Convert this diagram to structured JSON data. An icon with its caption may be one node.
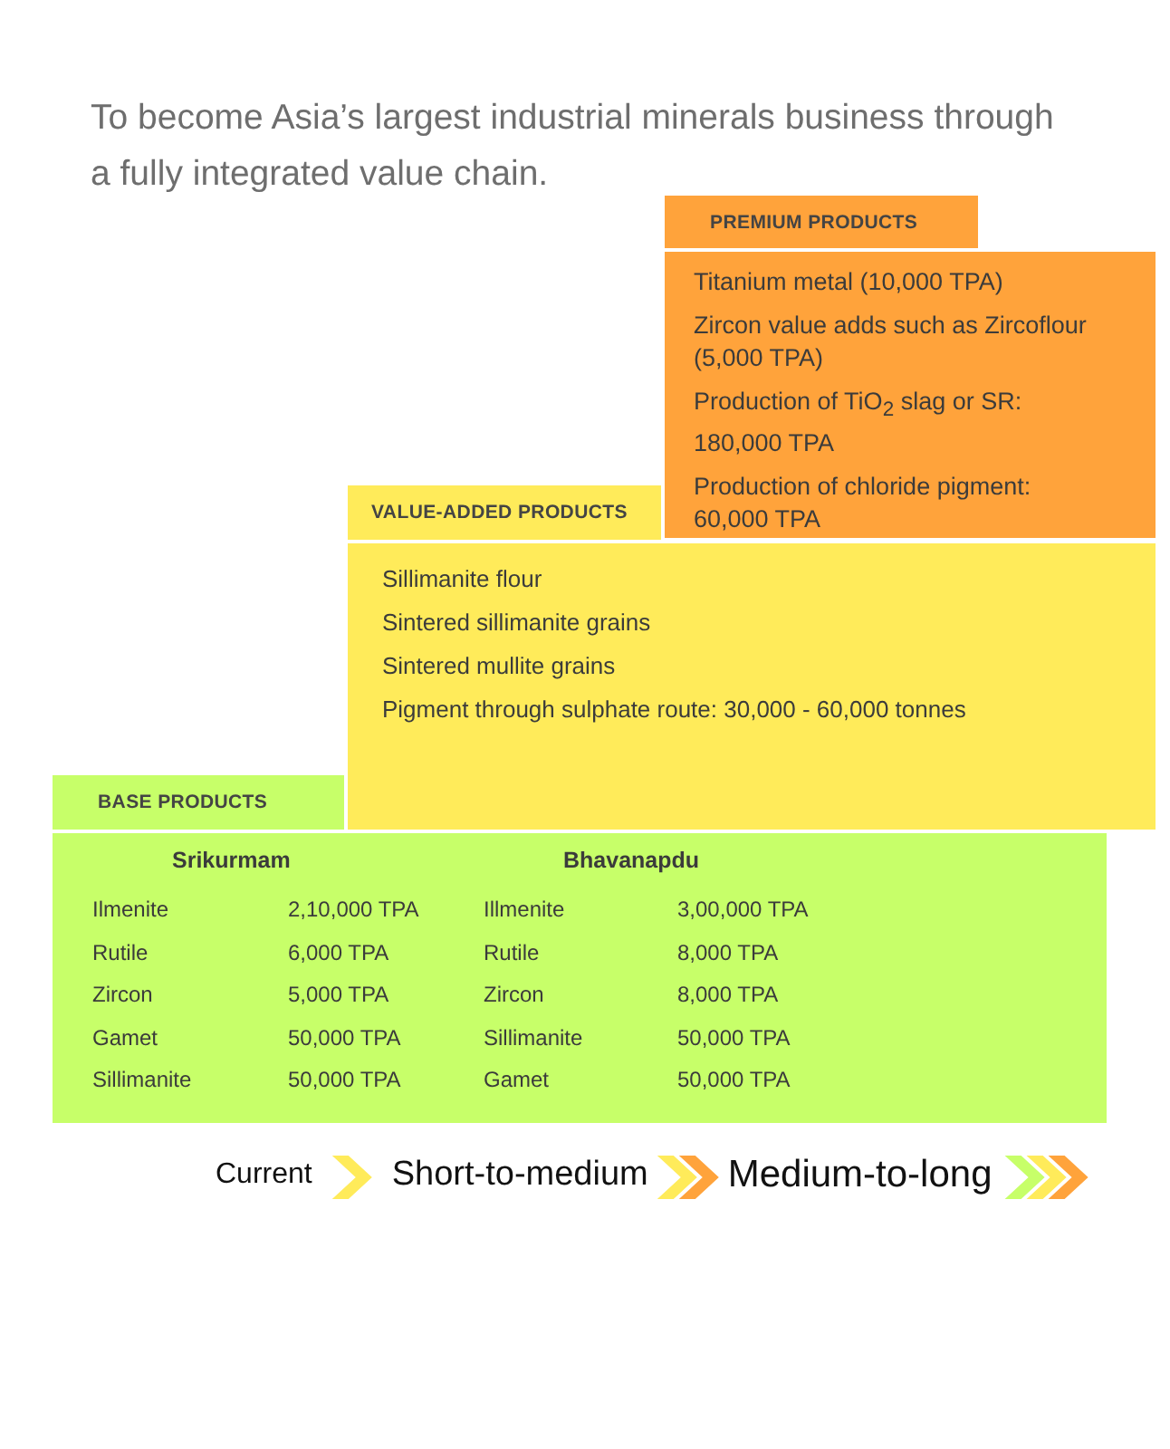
{
  "diagram": {
    "title": "To become Asia’s largest industrial minerals business through a fully integrated value chain.",
    "nodes": [
      {
        "text": [
          "PREMIUM PRODUCTS"
        ]
      },
      {
        "text": [
          "Titanium metal (10,000 TPA)",
          "Zircon value adds such as Zircoflour (5,000 TPA)",
          "Production of TiO$_{2}$ slag or SR: 180,000 TPA",
          "Production of chloride pigment: 60,000 TPA"
        ]
      },
      {
        "text": [
          "VALUE-ADDED PRODUCTS"
        ]
      },
      {
        "text": [
          "Sillimanite flour",
          "Sintered sillimanite grains",
          "Sintered mullite grains",
          "Pigment through sulphate route: 30,000 - 60,000 tonnes"
        ]
      },
      {
        "text": [
          "BASE PRODUCTS"
        ]
      },
      {
        "text": [
          "Srikurmam",
          "Bhavanapdu",
          "Ilmenite",
          "2,10,000 TPA",
          "Illmenite",
          "3,00,000 TPA",
          "Rutile",
          "6,000 TPA",
          "Rutile",
          "8,000 TPA",
          "Zircon",
          "5,000 TPA",
          "Zircon",
          "8,000 TPA",
          "Gamet",
          "50,000 TPA",
          "Sillimanite",
          "50,000 TPA",
          "Sillimanite",
          "50,000 TPA",
          "Gamet",
          "50,000 TPA"
        ]
      },
      {
        "text": [
          "Current"
        ]
      },
      {
        "text": [
          "Short-to-medium"
        ]
      },
      {
        "text": [
          "Medium-to-long"
        ]
      }
    ],
    "edges": [
      {
        "from": 6,
        "to": 7,
        "arrow": "to"
      },
      {
        "from": 7,
        "to": 8,
        "arrow": "to"
      },
      {
        "from": 8,
        "to": null,
        "arrow": "to"
      }
    ]
  }
}
